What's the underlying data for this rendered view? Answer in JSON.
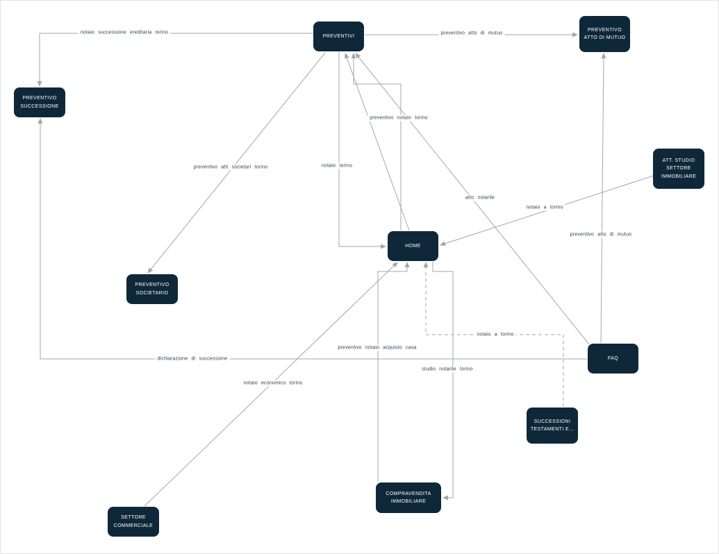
{
  "diagram": {
    "nodes": [
      {
        "id": "preventivi",
        "label": "PREVENTIVI"
      },
      {
        "id": "preventivo-atto-di-mutuo",
        "label": "PREVENTIVO ATTO DI MUTUO"
      },
      {
        "id": "preventivo-successione",
        "label": "PREVENTIVO SUCCESSIONE"
      },
      {
        "id": "att-studio-settore-immobiliare",
        "label": "ATT. STUDIO SETTORE IMMOBILIARE"
      },
      {
        "id": "home",
        "label": "HOME"
      },
      {
        "id": "preventivo-societario",
        "label": "PREVENTIVO SOCIETARIO"
      },
      {
        "id": "faq",
        "label": "FAQ"
      },
      {
        "id": "successioni-testamenti-e",
        "label": "SUCCESSIONI TESTAMENTI E..."
      },
      {
        "id": "compravendita-immobiliare",
        "label": "COMPRAVENDITA IMMOBILIARE"
      },
      {
        "id": "settore-commerciale",
        "label": "SETTORE COMMERCIALE"
      }
    ],
    "edges": [
      {
        "from": "preventivi",
        "to": "preventivo-successione",
        "label": "notaio successione ereditaria torino",
        "style": "solid"
      },
      {
        "from": "preventivi",
        "to": "preventivo-atto-di-mutuo",
        "label": "preventivo atto di mutuo",
        "style": "solid"
      },
      {
        "from": "preventivi",
        "to": "preventivo-societario",
        "label": "preventivo atti societari torino",
        "style": "solid"
      },
      {
        "from": "preventivi",
        "to": "home",
        "label": "notaio torino",
        "style": "solid"
      },
      {
        "from": "home",
        "to": "preventivi",
        "label": "preventivo notaio torino",
        "style": "solid"
      },
      {
        "from": "home",
        "to": "preventivi",
        "label": "",
        "style": "solid"
      },
      {
        "from": "faq",
        "to": "preventivi",
        "label": "atto notarile",
        "style": "solid"
      },
      {
        "from": "att-studio-settore-immobiliare",
        "to": "home",
        "label": "notaio a torino",
        "style": "solid"
      },
      {
        "from": "faq",
        "to": "preventivo-atto-di-mutuo",
        "label": "preventivo atto di mutuo",
        "style": "solid"
      },
      {
        "from": "faq",
        "to": "preventivo-successione",
        "label": "dichiarazione di successione",
        "style": "solid"
      },
      {
        "from": "successioni-testamenti-e",
        "to": "home",
        "label": "notaio a torino",
        "style": "dashed"
      },
      {
        "from": "compravendita-immobiliare",
        "to": "home",
        "label": "preventivo notaio acquisto casa",
        "style": "solid"
      },
      {
        "from": "home",
        "to": "compravendita-immobiliare",
        "label": "studio notarile torino",
        "style": "solid"
      },
      {
        "from": "settore-commerciale",
        "to": "home",
        "label": "notaio economico torino",
        "style": "solid"
      }
    ],
    "colors": {
      "node_background": "#0f2839",
      "node_text": "#ffffff",
      "edge_line": "#a3a6a8",
      "edge_label_text": "#1d3c55",
      "canvas_background": "#ffffff"
    }
  }
}
